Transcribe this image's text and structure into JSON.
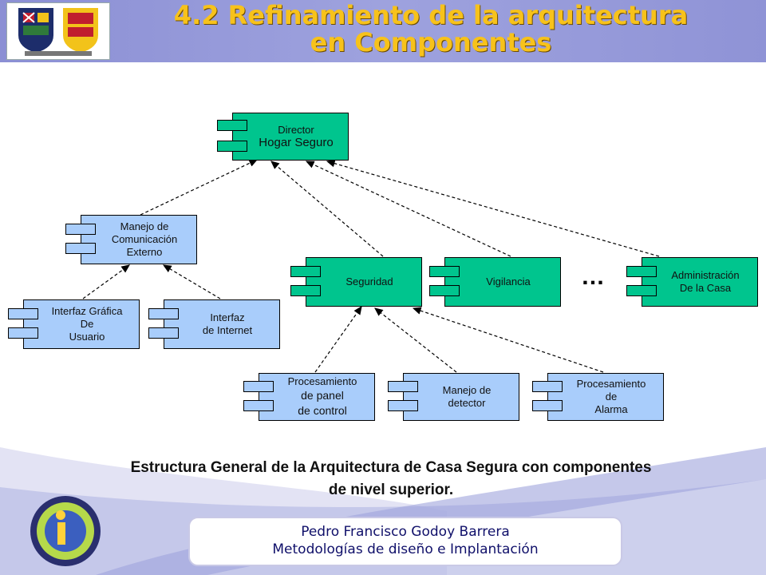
{
  "slide": {
    "title_line1": "4.2 Refinamiento de la arquitectura",
    "title_line2": "en Componentes",
    "caption_line1": "Estructura General de la Arquitectura de Casa Segura con componentes",
    "caption_line2": "de nivel superior.",
    "footer_line1": "Pedro Francisco Godoy Barrera",
    "footer_line2": "Metodologías de diseño e Implantación",
    "ellipsis": "…"
  },
  "components": {
    "director": {
      "line1": "Director",
      "line2": "Hogar Seguro"
    },
    "comunicacion": {
      "line1": "Manejo de",
      "line2": "Comunicación",
      "line3": "Externo"
    },
    "interfaz_grafica": {
      "line1": "Interfaz Gráfica",
      "line2": "De",
      "line3": "Usuario"
    },
    "interfaz_internet": {
      "line1": "Interfaz",
      "line2": "de Internet"
    },
    "seguridad": {
      "line1": "Seguridad"
    },
    "vigilancia": {
      "line1": "Vigilancia"
    },
    "administracion": {
      "line1": "Administración",
      "line2": "De la Casa"
    },
    "panel": {
      "line1": "Procesamiento",
      "line2": "de panel",
      "line3": "de control"
    },
    "detector": {
      "line1": "Manejo de",
      "line2": "detector"
    },
    "alarma": {
      "line1": "Procesamiento",
      "line2": "de",
      "line3": "Alarma"
    }
  },
  "colors": {
    "header": "#8b8fd4",
    "title": "#f7c21b",
    "component_green": "#00c58e",
    "component_blue": "#a9cdfb",
    "footer_text": "#10106a"
  }
}
